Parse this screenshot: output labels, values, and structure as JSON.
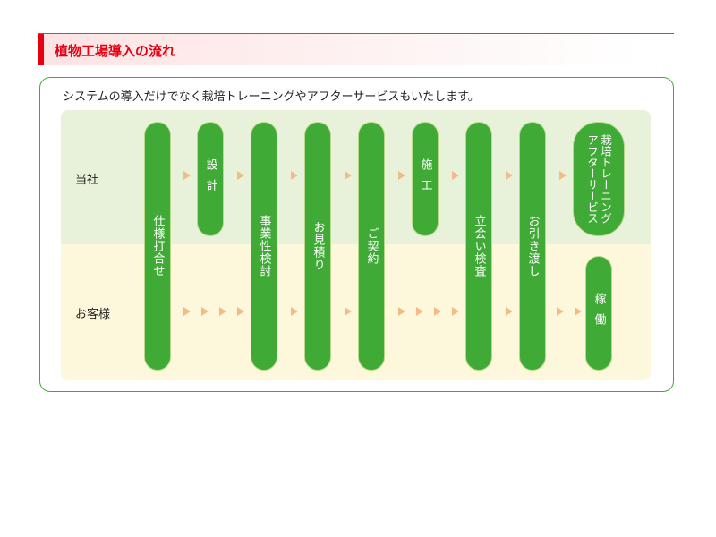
{
  "header": {
    "title": "植物工場導入の流れ"
  },
  "intro": "システムの導入だけでなく栽培トレーニングやアフターサービスもいたします。",
  "rows": {
    "company": "当社",
    "customer": "お客様"
  },
  "steps": [
    "仕様打合せ",
    "設計",
    "事業性検討",
    "お見積り",
    "ご契約",
    "施工",
    "立会い検査",
    "お引き渡し",
    "栽培トレーニング\nアフターサービス",
    "稼働"
  ],
  "colors": {
    "pill": "#3faa35",
    "accent": "#e60012",
    "arrow": "#f5bb86"
  }
}
